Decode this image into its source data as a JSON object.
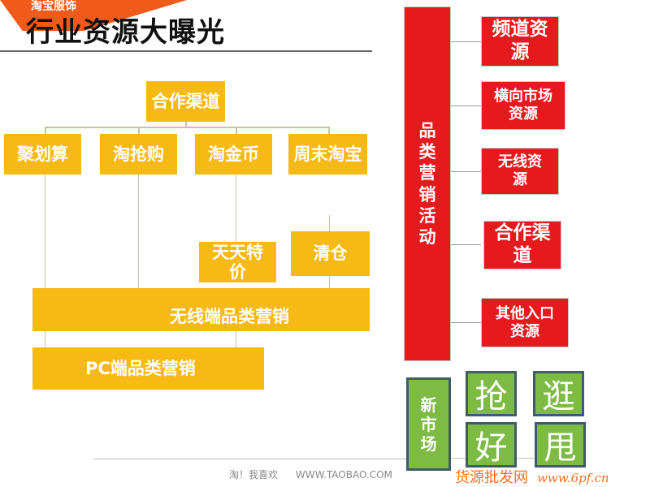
{
  "header": {
    "brand": "淘宝服饰",
    "title": "行业资源大曝光"
  },
  "colors": {
    "yellow": "#f6b915",
    "red": "#e51a1d",
    "green": "#7dbb45",
    "orange": "#f05a1a"
  },
  "left": {
    "root": "合作渠道",
    "channels": [
      "聚划算",
      "淘抢购",
      "淘金币",
      "周末淘宝"
    ],
    "qingcang": "清仓",
    "tiantian": "天天特价",
    "wireless_bar": "无线端品类营销",
    "pc_bar": "PC端品类营销"
  },
  "right": {
    "category_bar": "品类营销活动",
    "resources": [
      "频道资源",
      "横向市场资源",
      "无线资源",
      "合作渠道",
      "其他入口资源"
    ],
    "new_market": "新市场",
    "tiles": [
      "抢",
      "逛",
      "好",
      "甩"
    ]
  },
  "footer": {
    "text": "淘！我喜欢",
    "url": "WWW.TAOBAO.COM"
  },
  "watermark": {
    "name": "货源批发网",
    "url": "www.6pf.cn"
  }
}
